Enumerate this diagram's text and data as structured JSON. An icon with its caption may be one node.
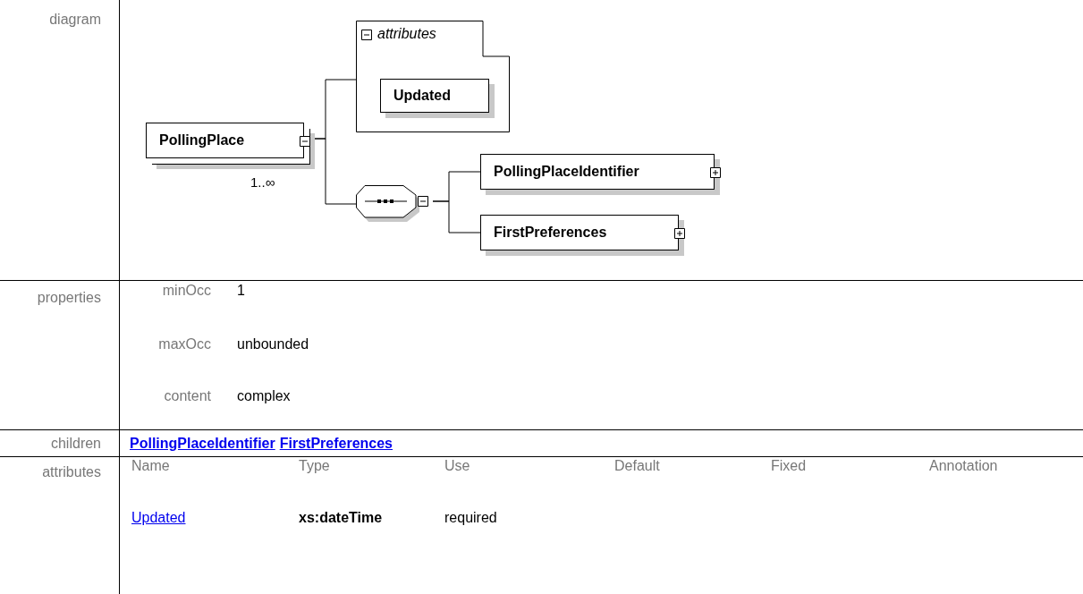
{
  "diagram": {
    "nodes": [
      {
        "text": [
          "PollingPlace"
        ],
        "beside": [
          "1..∞"
        ]
      },
      {
        "text": [
          "attributes"
        ]
      },
      {
        "text": [
          "Updated"
        ],
        "in": 1
      },
      {
        "text": [],
        "shape": "octagon"
      },
      {
        "text": [
          "PollingPlaceIdentifier"
        ]
      },
      {
        "text": [
          "FirstPreferences"
        ]
      }
    ],
    "edges": [
      {
        "from": 0,
        "to": 1,
        "arrow": "none"
      },
      {
        "from": 0,
        "to": 3,
        "arrow": "none"
      },
      {
        "from": 3,
        "to": 4,
        "arrow": "none"
      },
      {
        "from": 3,
        "to": 5,
        "arrow": "none"
      }
    ],
    "labels": [
      "diagram",
      "properties",
      "minOcc",
      "1",
      "maxOcc",
      "unbounded",
      "content",
      "complex",
      "children",
      "PollingPlaceIdentifier",
      "FirstPreferences",
      "attributes",
      "Name",
      "Type",
      "Use",
      "Default",
      "Fixed",
      "Annotation",
      "Updated",
      "xs:dateTime",
      "required"
    ]
  }
}
